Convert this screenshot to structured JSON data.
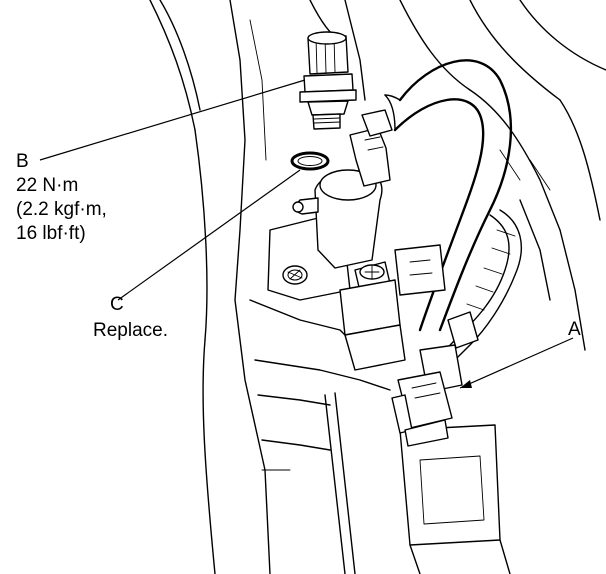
{
  "callouts": {
    "a": {
      "letter": "A"
    },
    "b": {
      "letter": "B",
      "torque_nm": "22 N·m",
      "torque_kgf": "(2.2 kgf·m,",
      "torque_lbf": "16 lbf·ft)"
    },
    "c": {
      "letter": "C",
      "note": "Replace."
    }
  }
}
